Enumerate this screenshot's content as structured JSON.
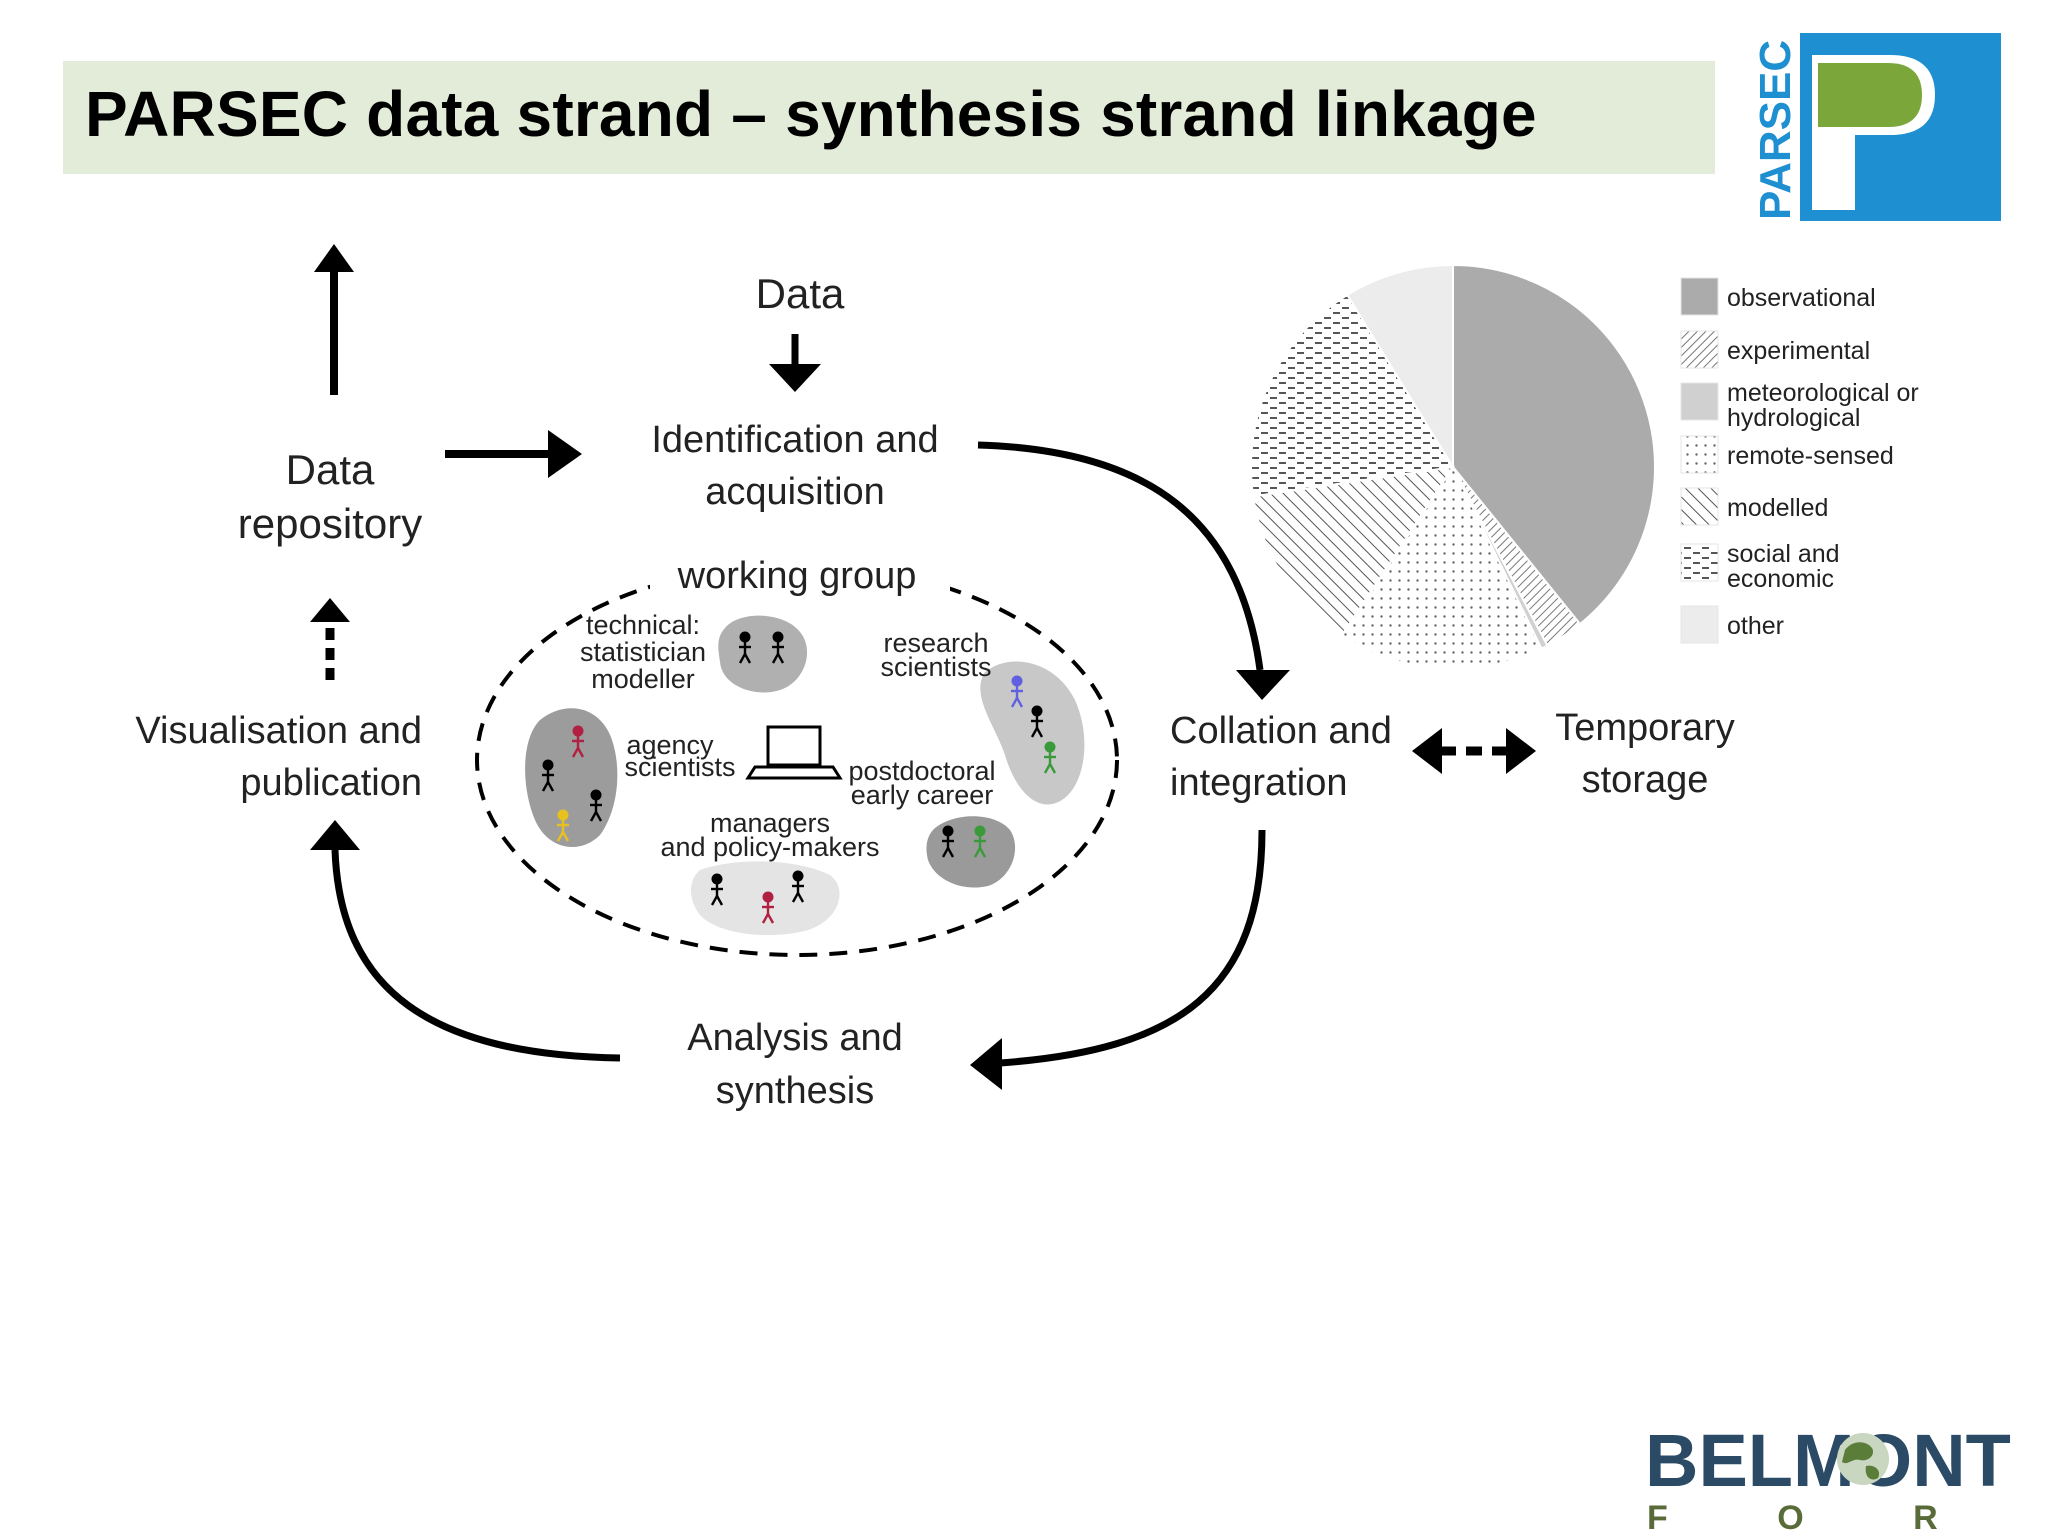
{
  "slide": {
    "title": "PARSEC data strand – synthesis strand linkage"
  },
  "logo_parsec": {
    "text": "PARSEC",
    "letter": "P"
  },
  "logo_belmont": {
    "line1": "BELMONT",
    "line2": "F O R U M"
  },
  "cycle": {
    "data": "Data",
    "identification_line1": "Identification and",
    "identification_line2": "acquisition",
    "repository_line1": "Data",
    "repository_line2": "repository",
    "collation_line1": "Collation and",
    "collation_line2": "integration",
    "temporary_line1": "Temporary",
    "temporary_line2": "storage",
    "visualisation_line1": "Visualisation and",
    "visualisation_line2": "publication",
    "analysis_line1": "Analysis and",
    "analysis_line2": "synthesis"
  },
  "working_group": {
    "title": "working group",
    "technical_line1": "technical:",
    "technical_line2": "statistician",
    "technical_line3": "modeller",
    "research_line1": "research",
    "research_line2": "scientists",
    "agency_line1": "agency",
    "agency_line2": "scientists",
    "postdoc_line1": "postdoctoral",
    "postdoc_line2": "early career",
    "managers_line1": "managers",
    "managers_line2": "and policy-makers"
  },
  "chart_data": {
    "type": "pie",
    "legend_position": "right",
    "slices": [
      {
        "label": "observational",
        "value": 38,
        "pattern": "solid-grey"
      },
      {
        "label": "experimental",
        "value": 3,
        "pattern": "diagonal-fine"
      },
      {
        "label": "meteorological or hydrological",
        "value": 0.5,
        "pattern": "light-grey"
      },
      {
        "label": "remote-sensed",
        "value": 16,
        "pattern": "dots"
      },
      {
        "label": "modelled",
        "value": 13,
        "pattern": "diagonal"
      },
      {
        "label": "social and economic",
        "value": 18,
        "pattern": "dashes"
      },
      {
        "label": "other",
        "value": 8.5,
        "pattern": "very-light-grey"
      }
    ],
    "legend": [
      {
        "line1": "observational",
        "line2": ""
      },
      {
        "line1": "experimental",
        "line2": ""
      },
      {
        "line1": "meteorological or",
        "line2": "hydrological"
      },
      {
        "line1": "remote-sensed",
        "line2": ""
      },
      {
        "line1": "modelled",
        "line2": ""
      },
      {
        "line1": "social and",
        "line2": "economic"
      },
      {
        "line1": "other",
        "line2": ""
      }
    ]
  },
  "colors": {
    "title_band": "#e2ecd8",
    "parsec_blue": "#1e8fd0",
    "parsec_green": "#7aa63a",
    "belmont_navy": "#2a4a66",
    "belmont_olive": "#5a6b3a"
  },
  "icons": [
    "up-arrow-icon",
    "down-arrow-icon",
    "right-arrow-icon",
    "double-arrow-icon",
    "laptop-icon",
    "person-icon",
    "globe-icon"
  ]
}
